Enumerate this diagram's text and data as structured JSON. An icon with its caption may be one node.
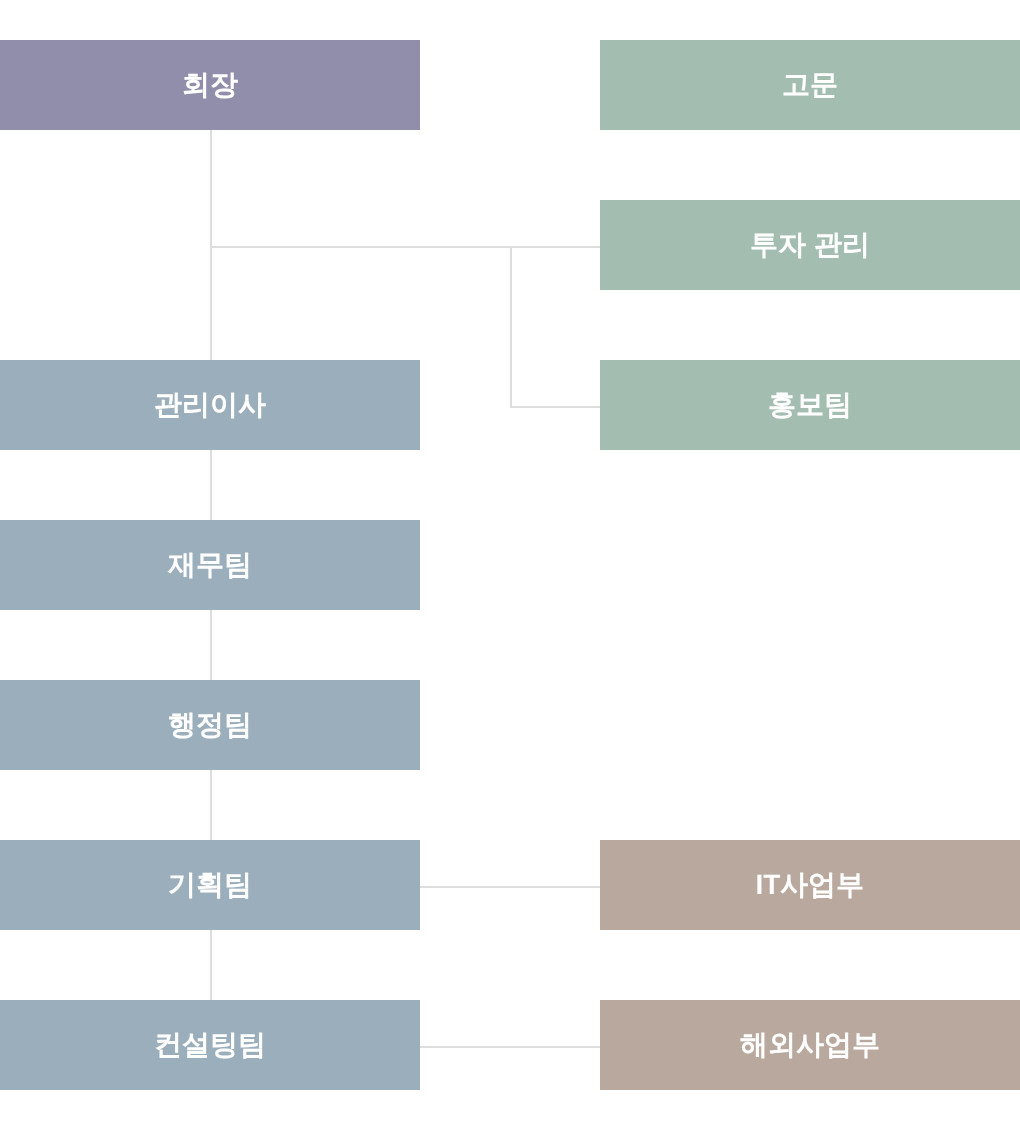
{
  "diagram": {
    "nodes": [
      {
        "text": [
          "회장"
        ]
      },
      {
        "text": [
          "고문"
        ]
      },
      {
        "text": [
          "투자 관리"
        ]
      },
      {
        "text": [
          "관리이사"
        ]
      },
      {
        "text": [
          "홍보팀"
        ]
      },
      {
        "text": [
          "재무팀"
        ]
      },
      {
        "text": [
          "행정팀"
        ]
      },
      {
        "text": [
          "기획팀"
        ]
      },
      {
        "text": [
          "IT사업부"
        ]
      },
      {
        "text": [
          "컨설팅팀"
        ]
      },
      {
        "text": [
          "해외사업부"
        ]
      }
    ],
    "edges": [
      {
        "from": 0,
        "to": 3,
        "arrow": "none"
      },
      {
        "from": 0,
        "to": 2,
        "arrow": "none"
      },
      {
        "from": 0,
        "to": 4,
        "arrow": "none"
      },
      {
        "from": 3,
        "to": 5,
        "arrow": "none"
      },
      {
        "from": 5,
        "to": 6,
        "arrow": "none"
      },
      {
        "from": 6,
        "to": 7,
        "arrow": "none"
      },
      {
        "from": 7,
        "to": 9,
        "arrow": "none"
      },
      {
        "from": 7,
        "to": 8,
        "arrow": "none"
      },
      {
        "from": 9,
        "to": 10,
        "arrow": "none"
      }
    ]
  }
}
